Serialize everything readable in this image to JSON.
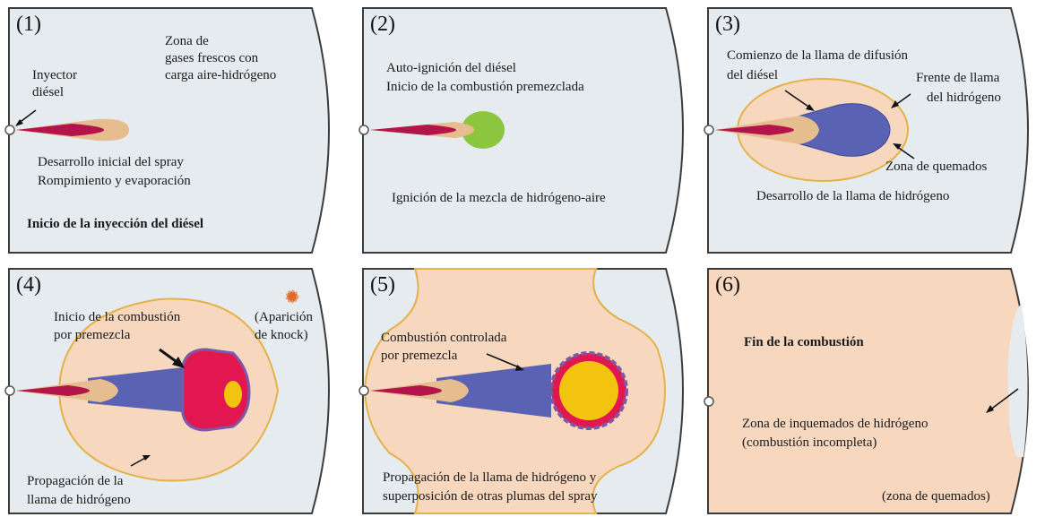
{
  "panels": [
    {
      "number": "(1)",
      "labels": {
        "fresh_zone": [
          "Zona de",
          "gases frescos con",
          "carga aire-hidrógeno"
        ],
        "injector": [
          "Inyector",
          "diésel"
        ],
        "spray_dev": [
          "Desarrollo inicial del spray",
          "Rompimiento y evaporación"
        ],
        "stage_title": "Inicio de la inyección del diésel"
      }
    },
    {
      "number": "(2)",
      "labels": {
        "autoignition": [
          "Auto-ignición del diésel",
          "Inicio de la combustión premezclada"
        ],
        "h2_ignition": "Ignición de la mezcla de hidrógeno-aire"
      }
    },
    {
      "number": "(3)",
      "labels": {
        "diffusion_start": [
          "Comienzo de la llama de difusión",
          "del diésel"
        ],
        "flame_front": [
          "Frente de llama",
          "del hidrógeno"
        ],
        "burned_zone": "Zona de quemados",
        "h2_flame_dev": "Desarrollo de la llama de hidrógeno"
      }
    },
    {
      "number": "(4)",
      "labels": {
        "premix_start": [
          "Inicio de la combustión",
          "por premezcla"
        ],
        "knock": [
          "(Aparición",
          "de knock)"
        ],
        "propagation": [
          "Propagación de la",
          "llama de hidrógeno"
        ]
      }
    },
    {
      "number": "(5)",
      "labels": {
        "controlled": [
          "Combustión controlada",
          "por premezcla"
        ],
        "propagation_overlap": [
          "Propagación de la llama de hidrógeno y",
          "superposición de otras plumas del spray"
        ]
      }
    },
    {
      "number": "(6)",
      "labels": {
        "end": "Fin de la combustión",
        "unburned": [
          "Zona de inquemados de hidrógeno",
          "(combustión incompleta)"
        ],
        "burned": "(zona de quemados)"
      }
    }
  ],
  "colors": {
    "fresh_gas": "#e6ebef",
    "h2_flame": "#f8d7bf",
    "flame_edge": "#e3b24a",
    "spray_core": "#b3154a",
    "spray_tip": "#e6bd8e",
    "diffusion": "#5a62b3",
    "ignition_green": "#8cc63f",
    "premix_red": "#e3174f",
    "premix_yellow": "#f2c40f",
    "outline": "#3c3c3c"
  }
}
